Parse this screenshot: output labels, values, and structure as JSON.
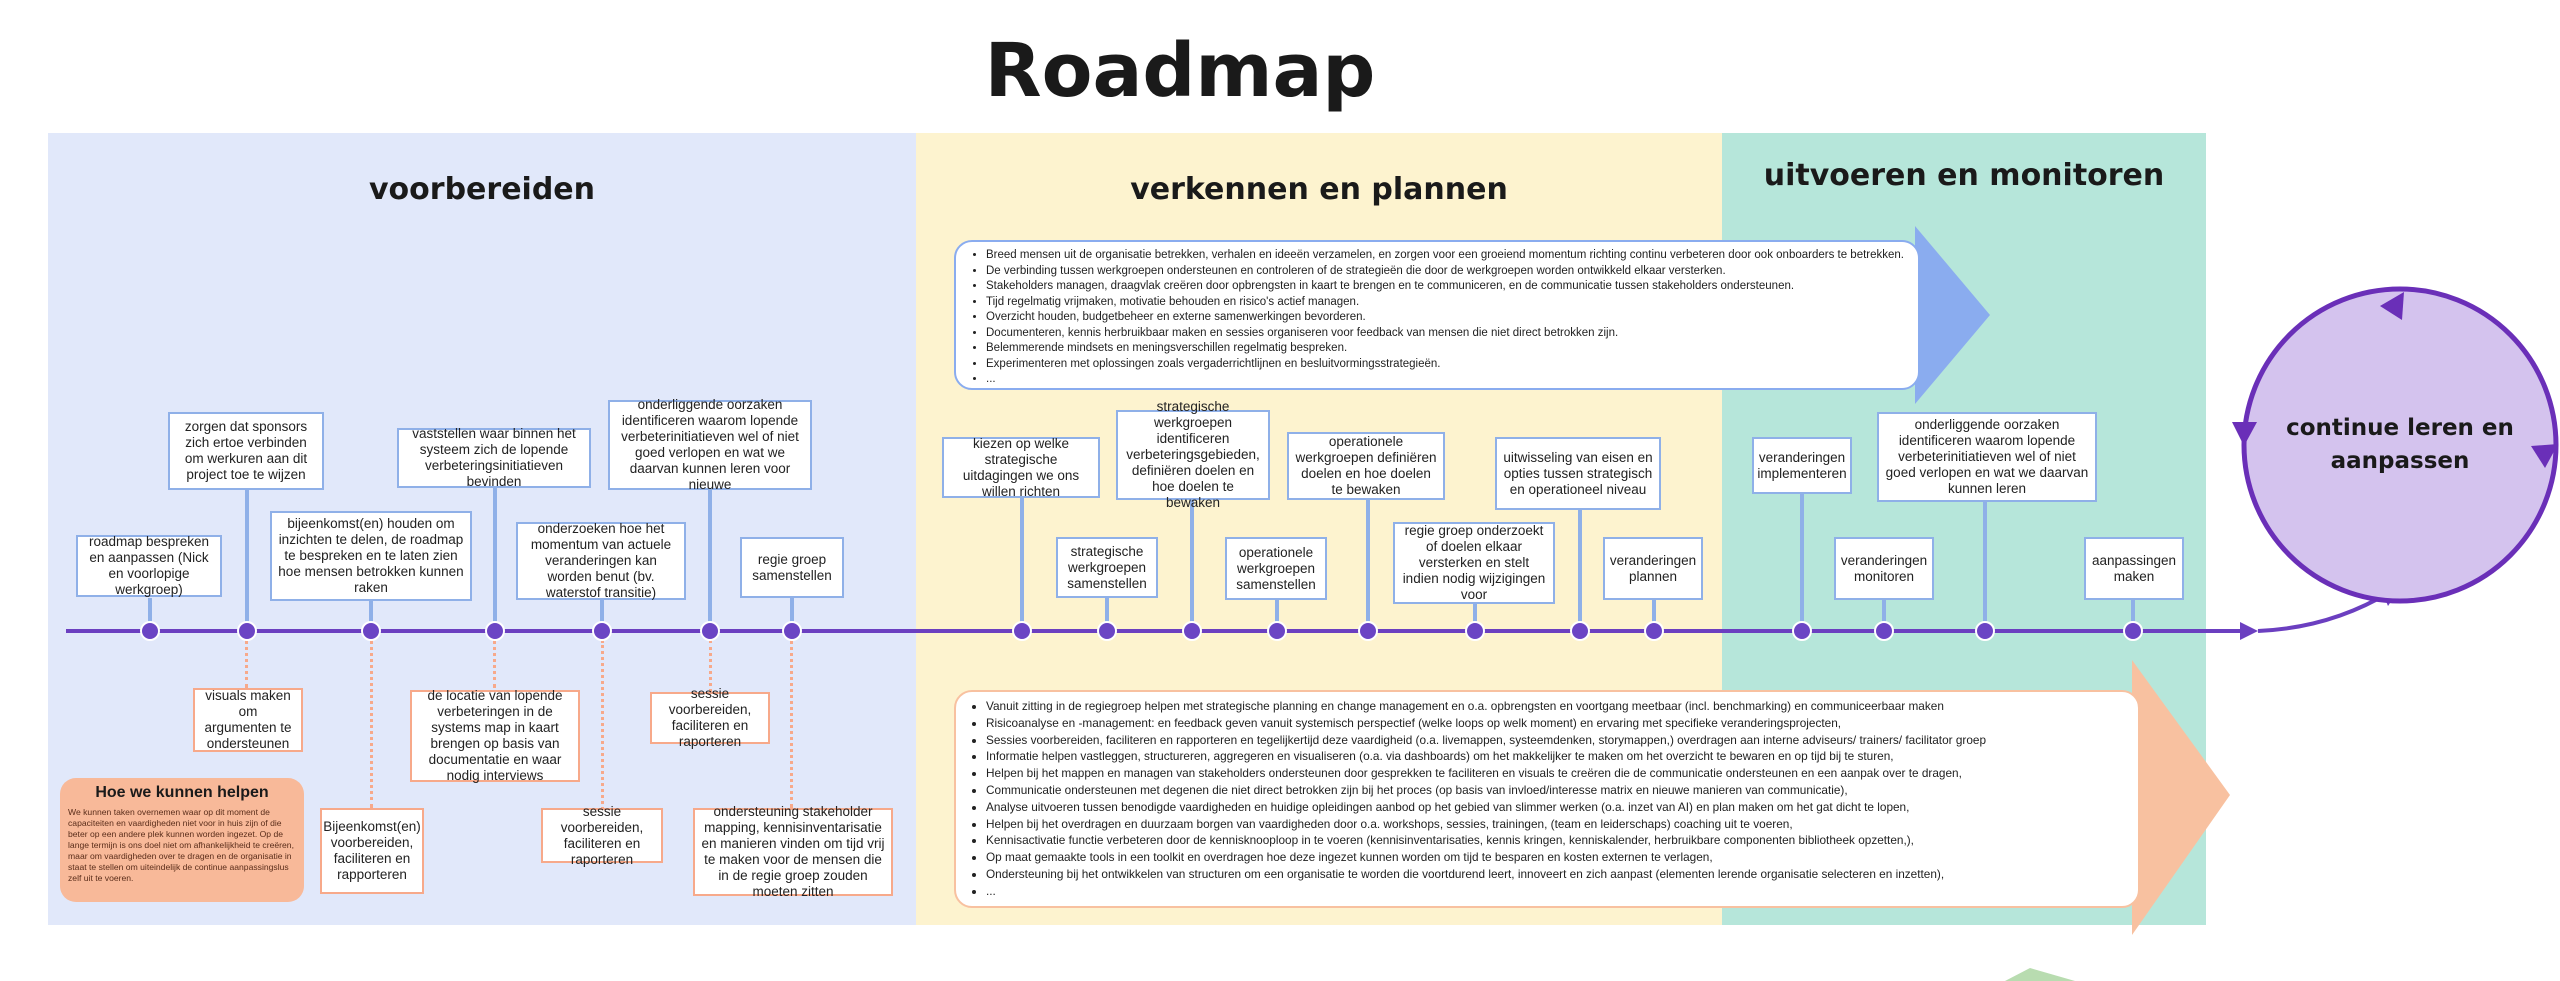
{
  "title": "Roadmap",
  "phases": [
    {
      "label": "voorbereiden",
      "color": "#e1e8fa"
    },
    {
      "label": "verkennen en plannen",
      "color": "#fdf3cf"
    },
    {
      "label": "uitvoeren en monitoren",
      "color": "#b6e6da"
    }
  ],
  "top_callout": [
    "Breed mensen uit de organisatie betrekken, verhalen en ideeën verzamelen, en zorgen voor een groeiend momentum richting continu verbeteren door ook onboarders te betrekken.",
    "De verbinding tussen werkgroepen ondersteunen en controleren of de strategieën die door de werkgroepen worden ontwikkeld elkaar versterken.",
    "Stakeholders managen, draagvlak creëren door opbrengsten in kaart te brengen en te communiceren, en de communicatie tussen stakeholders ondersteunen.",
    "Tijd regelmatig vrijmaken, motivatie behouden en risico's actief managen.",
    "Overzicht houden, budgetbeheer en externe samenwerkingen bevorderen.",
    "Documenteren, kennis herbruikbaar maken en sessies organiseren voor feedback van mensen die niet direct betrokken zijn.",
    "Belemmerende mindsets en meningsverschillen regelmatig bespreken.",
    "Experimenteren met oplossingen zoals vergaderrichtlijnen en besluitvormingsstrategieën.",
    "..."
  ],
  "bottom_callout": [
    "Vanuit zitting in de regiegroep helpen met strategische planning en change management en o.a. opbrengsten en voortgang meetbaar (incl. benchmarking) en communiceerbaar maken",
    "Risicoanalyse en -management: en feedback geven vanuit systemisch perspectief (welke loops op welk moment) en ervaring met specifieke veranderingsprojecten,",
    "Sessies voorbereiden, faciliteren en rapporteren en tegelijkertijd deze vaardigheid (o.a. livemappen, systeemdenken, storymappen,) overdragen aan interne adviseurs/ trainers/ facilitator groep",
    "Informatie helpen vastleggen, structureren, aggregeren en visualiseren (o.a. via dashboards) om het makkelijker te maken om het overzicht te bewaren en op tijd bij te sturen,",
    "Helpen bij het mappen en managen van stakeholders ondersteunen door gesprekken te faciliteren en visuals te creëren die de communicatie ondersteunen en een aanpak over te dragen,",
    "Communicatie ondersteunen met degenen die niet direct betrokken zijn bij het proces (op basis van invloed/interesse matrix en nieuwe manieren van communicatie),",
    "Analyse uitvoeren tussen benodigde vaardigheden en huidige opleidingen aanbod op het gebied van slimmer werken (o.a. inzet van AI) en plan maken om het gat dicht te lopen,",
    "Helpen bij het overdragen en duurzaam borgen van vaardigheden door o.a. workshops, sessies, trainingen, (team en leiderschaps) coaching uit te voeren,",
    "Kennisactivatie functie verbeteren door de kennisknooploop in te voeren (kennisinventarisaties, kennis kringen, kenniskalender, herbruikbare componenten bibliotheek opzetten,),",
    "Op maat gemaakte tools in een toolkit en overdragen hoe deze ingezet kunnen worden om tijd te besparen en kosten externen te verlagen,",
    "Ondersteuning bij het ontwikkelen van structuren om een organisatie te worden die voortdurend leert, innoveert en zich aanpast (elementen lerende organisatie selecteren en inzetten),",
    "..."
  ],
  "help_box": {
    "title": "Hoe we kunnen helpen",
    "text": "We kunnen taken overnemen waar op dit moment de capaciteiten en vaardigheden niet voor in huis zijn of die beter op een andere plek kunnen worden ingezet. Op de lange termijn is ons doel niet om afhankelijkheid te creëren, maar om vaardigheden over te dragen en de organisatie in staat te stellen om uiteindelijk de continue aanpassingslus zelf uit te voeren."
  },
  "milestones_top": [
    "roadmap bespreken en aanpassen (Nick en voorlopige werkgroep)",
    "zorgen dat sponsors zich ertoe verbinden om werkuren aan dit project toe te wijzen",
    "bijeenkomst(en) houden om inzichten te delen, de roadmap te bespreken en te laten zien hoe mensen betrokken kunnen raken",
    "vaststellen waar binnen het systeem zich de lopende verbeteringsinitiatieven bevinden",
    "onderzoeken hoe het momentum van actuele veranderingen kan worden benut (bv. waterstof transitie)",
    "onderliggende oorzaken identificeren waarom lopende verbeterinitiatieven wel of niet goed verlopen en wat we daarvan kunnen leren voor nieuwe",
    "regie groep samenstellen",
    "kiezen op welke strategische uitdagingen we ons willen richten",
    "strategische werkgroepen samenstellen",
    "strategische werkgroepen identificeren verbeteringsgebieden, definiëren doelen en hoe doelen te bewaken",
    "operationele werkgroepen samenstellen",
    "operationele werkgroepen definiëren doelen en hoe doelen te bewaken",
    "regie groep onderzoekt of doelen elkaar versterken en stelt indien nodig wijzigingen voor",
    "uitwisseling van eisen en opties tussen strategisch en operationeel niveau",
    "veranderingen plannen",
    "veranderingen implementeren",
    "veranderingen monitoren",
    "onderliggende oorzaken identificeren waarom lopende verbeterinitiatieven wel of niet goed verlopen en wat we daarvan kunnen leren",
    "aanpassingen maken"
  ],
  "milestones_bottom": [
    "visuals maken om argumenten te ondersteunen",
    "Bijeenkomst(en) voorbereiden, faciliteren en rapporteren",
    "de locatie van lopende verbeteringen in de systems map in kaart brengen op basis van documentatie en waar nodig interviews",
    "sessie voorbereiden, faciliteren en raporteren",
    "sessie voorbereiden, faciliteren en raporteren",
    "ondersteuning stakeholder mapping, kennisinventarisatie en manieren vinden om tijd vrij te maken voor de mensen die in de regie groep zouden moeten zitten"
  ],
  "cycle": {
    "label": "continue leren en aanpassen"
  },
  "colors": {
    "timeline": "#6b3fc0",
    "connector": "#8fb0e8",
    "support": "#f7a98a",
    "cycle_fill": "#d4c3ee",
    "cycle_stroke": "#6a2fb8"
  }
}
